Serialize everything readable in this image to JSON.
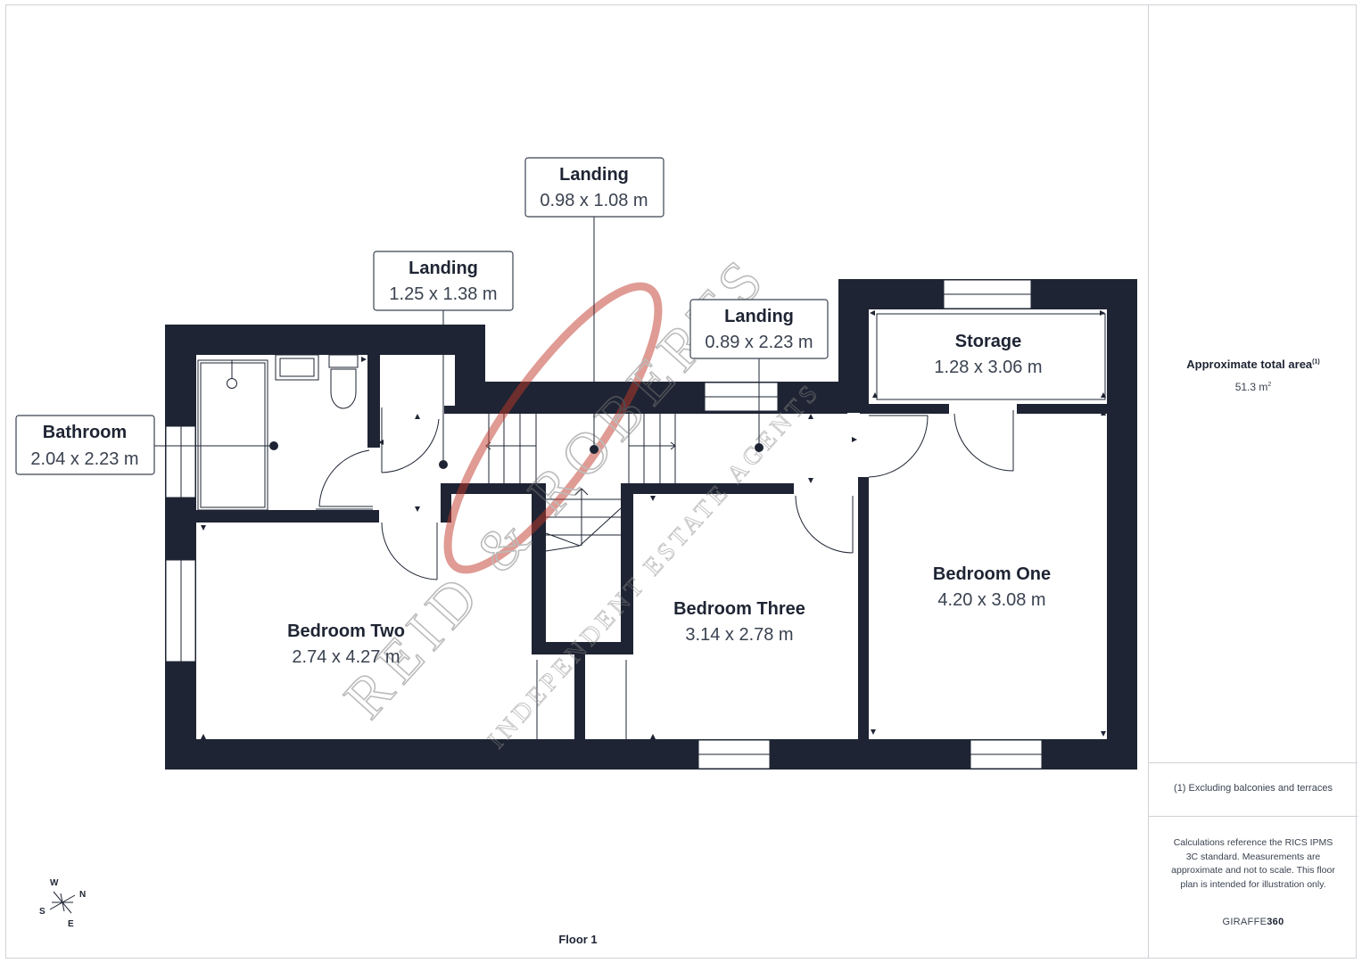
{
  "plan": {
    "floor_label": "Floor 1",
    "rooms": {
      "bathroom": {
        "name": "Bathroom",
        "size": "2.04 x 2.23 m"
      },
      "landing_a": {
        "name": "Landing",
        "size": "1.25 x 1.38 m"
      },
      "landing_b": {
        "name": "Landing",
        "size": "0.98 x 1.08 m"
      },
      "landing_c": {
        "name": "Landing",
        "size": "0.89 x 2.23 m"
      },
      "storage": {
        "name": "Storage",
        "size": "1.28 x 3.06 m"
      },
      "bedroom_one": {
        "name": "Bedroom One",
        "size": "4.20 x 3.08 m"
      },
      "bedroom_two": {
        "name": "Bedroom Two",
        "size": "2.74 x 4.27 m"
      },
      "bedroom_three": {
        "name": "Bedroom Three",
        "size": "3.14 x 2.78 m"
      }
    },
    "compass": {
      "w": "W",
      "n": "N",
      "s": "S",
      "e": "E"
    }
  },
  "watermark": {
    "brand": "REID & ROBERTS",
    "tagline": "INDEPENDENT ESTATE AGENTS"
  },
  "sidebar": {
    "area_title": "Approximate total area",
    "area_title_sup": "(1)",
    "area_value": "51.3 m",
    "area_value_sup": "2",
    "footnote": "(1) Excluding balconies and terraces",
    "disclaimer": "Calculations reference the RICS IPMS 3C standard. Measurements are approximate and not to scale. This floor plan is intended for illustration only.",
    "brand_light": "GIRAFFE",
    "brand_bold": "360"
  },
  "colors": {
    "wall": "#1e2433",
    "label_border": "#3a4250",
    "watermark_red": "#c0392b",
    "watermark_grey": "#9a9a9a"
  }
}
